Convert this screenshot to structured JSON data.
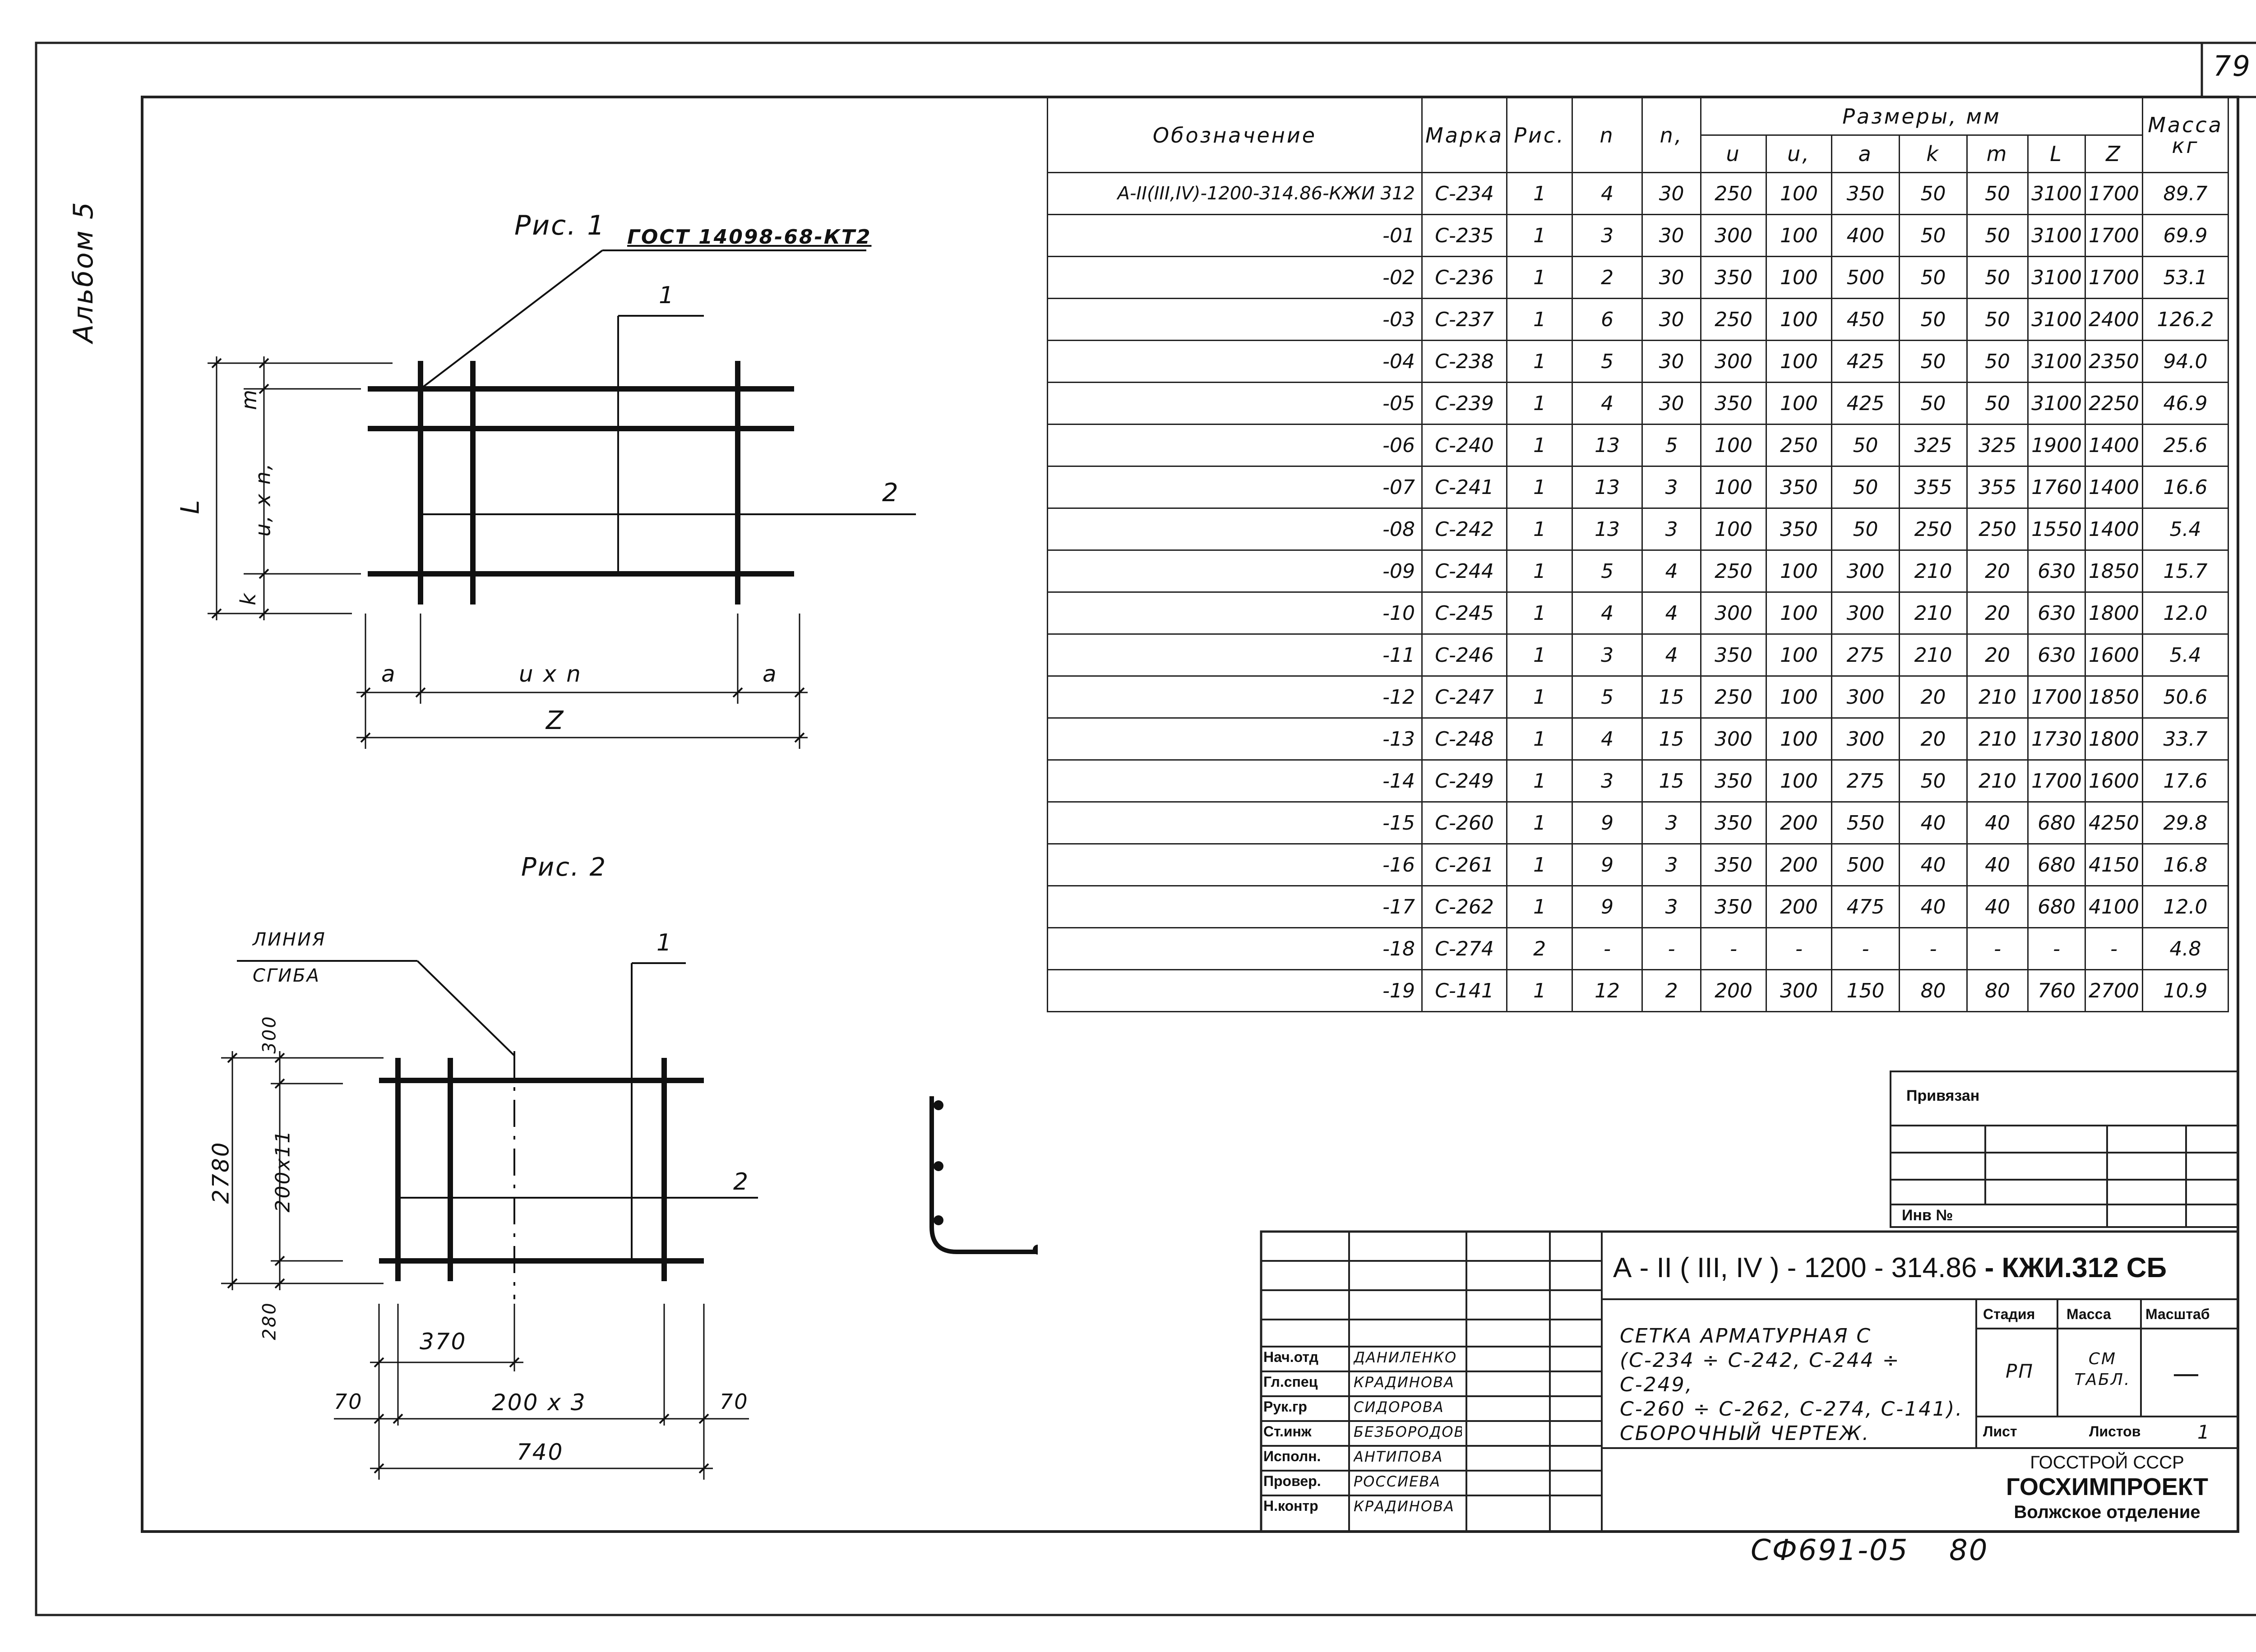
{
  "sheet": {
    "page_number": "79",
    "album_label": "Альбом 5",
    "bottom_code": "СФ691-05",
    "bottom_number": "80"
  },
  "fig1": {
    "title": "Рис. 1",
    "callout": "ГОСТ 14098-68-КТ2",
    "pos1": "1",
    "pos2": "2",
    "dim_m": "m",
    "dim_un": "u, x n,",
    "dim_k": "k",
    "dim_L": "L",
    "dim_a_left": "a",
    "dim_uxn": "u x n",
    "dim_a_right": "a",
    "dim_Z": "Z"
  },
  "fig2": {
    "title": "Рис. 2",
    "bend_line_1": "ЛИНИЯ",
    "bend_line_2": "СГИБА",
    "pos1": "1",
    "pos2": "2",
    "dim_300": "300",
    "dim_200x11": "200x11",
    "dim_2780": "2780",
    "dim_280": "280",
    "dim_370": "370",
    "dim_70_left": "70",
    "dim_200x3": "200 x 3",
    "dim_70_right": "70",
    "dim_740": "740"
  },
  "spec_table": {
    "headers": {
      "designation": "Обозначение",
      "mark": "Марка",
      "fig": "Рис.",
      "n": "n",
      "n1": "n,",
      "sizes": "Размеры, мм",
      "mass": "Масса кг"
    },
    "size_columns": [
      "u",
      "u,",
      "a",
      "k",
      "m",
      "L",
      "Z"
    ],
    "rows": [
      [
        "А-II(III,IV)-1200-314.86-КЖИ 312",
        "С-234",
        "1",
        "4",
        "30",
        "250",
        "100",
        "350",
        "50",
        "50",
        "3100",
        "1700",
        "89.7"
      ],
      [
        "-01",
        "С-235",
        "1",
        "3",
        "30",
        "300",
        "100",
        "400",
        "50",
        "50",
        "3100",
        "1700",
        "69.9"
      ],
      [
        "-02",
        "С-236",
        "1",
        "2",
        "30",
        "350",
        "100",
        "500",
        "50",
        "50",
        "3100",
        "1700",
        "53.1"
      ],
      [
        "-03",
        "С-237",
        "1",
        "6",
        "30",
        "250",
        "100",
        "450",
        "50",
        "50",
        "3100",
        "2400",
        "126.2"
      ],
      [
        "-04",
        "С-238",
        "1",
        "5",
        "30",
        "300",
        "100",
        "425",
        "50",
        "50",
        "3100",
        "2350",
        "94.0"
      ],
      [
        "-05",
        "С-239",
        "1",
        "4",
        "30",
        "350",
        "100",
        "425",
        "50",
        "50",
        "3100",
        "2250",
        "46.9"
      ],
      [
        "-06",
        "С-240",
        "1",
        "13",
        "5",
        "100",
        "250",
        "50",
        "325",
        "325",
        "1900",
        "1400",
        "25.6"
      ],
      [
        "-07",
        "С-241",
        "1",
        "13",
        "3",
        "100",
        "350",
        "50",
        "355",
        "355",
        "1760",
        "1400",
        "16.6"
      ],
      [
        "-08",
        "С-242",
        "1",
        "13",
        "3",
        "100",
        "350",
        "50",
        "250",
        "250",
        "1550",
        "1400",
        "5.4"
      ],
      [
        "-09",
        "С-244",
        "1",
        "5",
        "4",
        "250",
        "100",
        "300",
        "210",
        "20",
        "630",
        "1850",
        "15.7"
      ],
      [
        "-10",
        "С-245",
        "1",
        "4",
        "4",
        "300",
        "100",
        "300",
        "210",
        "20",
        "630",
        "1800",
        "12.0"
      ],
      [
        "-11",
        "С-246",
        "1",
        "3",
        "4",
        "350",
        "100",
        "275",
        "210",
        "20",
        "630",
        "1600",
        "5.4"
      ],
      [
        "-12",
        "С-247",
        "1",
        "5",
        "15",
        "250",
        "100",
        "300",
        "20",
        "210",
        "1700",
        "1850",
        "50.6"
      ],
      [
        "-13",
        "С-248",
        "1",
        "4",
        "15",
        "300",
        "100",
        "300",
        "20",
        "210",
        "1730",
        "1800",
        "33.7"
      ],
      [
        "-14",
        "С-249",
        "1",
        "3",
        "15",
        "350",
        "100",
        "275",
        "50",
        "210",
        "1700",
        "1600",
        "17.6"
      ],
      [
        "-15",
        "С-260",
        "1",
        "9",
        "3",
        "350",
        "200",
        "550",
        "40",
        "40",
        "680",
        "4250",
        "29.8"
      ],
      [
        "-16",
        "С-261",
        "1",
        "9",
        "3",
        "350",
        "200",
        "500",
        "40",
        "40",
        "680",
        "4150",
        "16.8"
      ],
      [
        "-17",
        "С-262",
        "1",
        "9",
        "3",
        "350",
        "200",
        "475",
        "40",
        "40",
        "680",
        "4100",
        "12.0"
      ],
      [
        "-18",
        "С-274",
        "2",
        "-",
        "-",
        "-",
        "-",
        "-",
        "-",
        "-",
        "-",
        "-",
        "4.8"
      ],
      [
        "-19",
        "С-141",
        "1",
        "12",
        "2",
        "200",
        "300",
        "150",
        "80",
        "80",
        "760",
        "2700",
        "10.9"
      ]
    ]
  },
  "stamp": {
    "linked": "Привязан",
    "inv_no": "Инв №",
    "code": "А - II ( III, IV ) - 1200 - 314.86",
    "code_suffix": "- КЖИ.312 СБ",
    "title_lines": [
      "СЕТКА АРМАТУРНАЯ С",
      "(С-234 ÷ С-242, С-244 ÷ С-249,",
      "С-260 ÷ С-262, С-274, С-141).",
      "СБОРОЧНЫЙ ЧЕРТЕЖ."
    ],
    "stage_label": "Стадия",
    "mass_label": "Масса",
    "scale_label": "Масштаб",
    "stage_value": "РП",
    "mass_value": "СМ ТАБЛ.",
    "scale_value": "—",
    "sheet_label": "Лист",
    "sheets_label": "Листов",
    "sheets_value": "1",
    "org_1": "ГОССТРОЙ СССР",
    "org_2": "ГОСХИМПРОЕКТ",
    "org_3": "Волжское отделение",
    "signatures": [
      {
        "role": "Нач.отд",
        "name": "ДАНИЛЕНКО"
      },
      {
        "role": "Гл.спец",
        "name": "КРАДИНОВА"
      },
      {
        "role": "Рук.гр",
        "name": "СИДОРОВА"
      },
      {
        "role": "Ст.инж",
        "name": "БЕЗБОРОДОВА"
      },
      {
        "role": "Исполн.",
        "name": "АНТИПОВА"
      },
      {
        "role": "Провер.",
        "name": "РОССИЕВА"
      },
      {
        "role": "Н.контр",
        "name": "КРАДИНОВА"
      }
    ]
  }
}
